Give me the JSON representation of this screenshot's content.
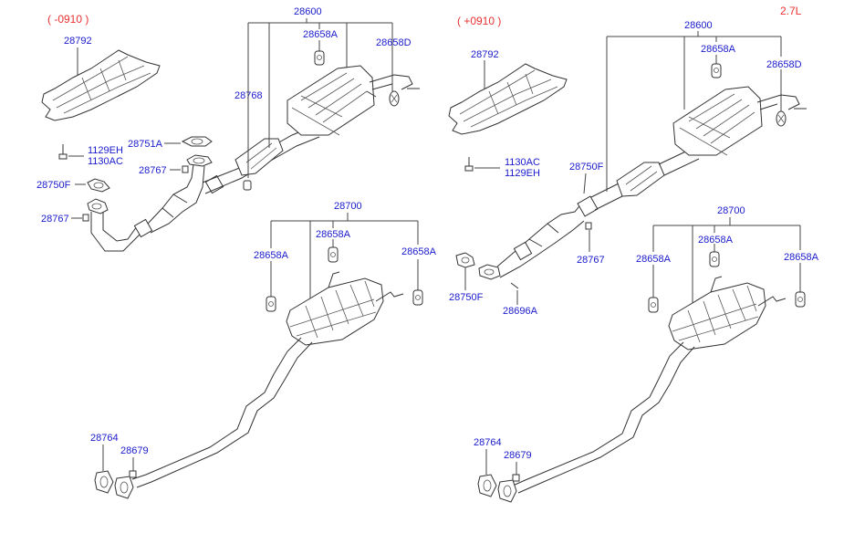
{
  "diagram": {
    "engine": "2.7L",
    "left": {
      "variant": "( -0910 )",
      "labels": {
        "skid_plate": "28792",
        "muffler_assy": "28600",
        "hanger_center": "28658A",
        "hanger_rear": "28658D",
        "front_pipe": "28768",
        "gasket_top": "28751A",
        "bolt_a": "1129EH",
        "bolt_b": "1130AC",
        "nut_top": "28767",
        "gasket_left": "28750F",
        "nut_left": "28767",
        "rear_muffler_assy": "28700",
        "hanger_1": "28658A",
        "hanger_2": "28658A",
        "hanger_3": "28658A",
        "gasket_tail": "28764",
        "nut_tail": "28679"
      }
    },
    "right": {
      "variant": "( +0910 )",
      "labels": {
        "skid_plate": "28792",
        "muffler_assy": "28600",
        "hanger_center": "28658A",
        "hanger_rear": "28658D",
        "bolt_a": "1130AC",
        "bolt_b": "1129EH",
        "gasket_mid": "28750F",
        "nut_mid": "28767",
        "gasket_left": "28750F",
        "bolt_left": "28696A",
        "rear_muffler_assy": "28700",
        "hanger_1": "28658A",
        "hanger_2": "28658A",
        "hanger_3": "28658A",
        "gasket_tail": "28764",
        "nut_tail": "28679"
      }
    }
  }
}
